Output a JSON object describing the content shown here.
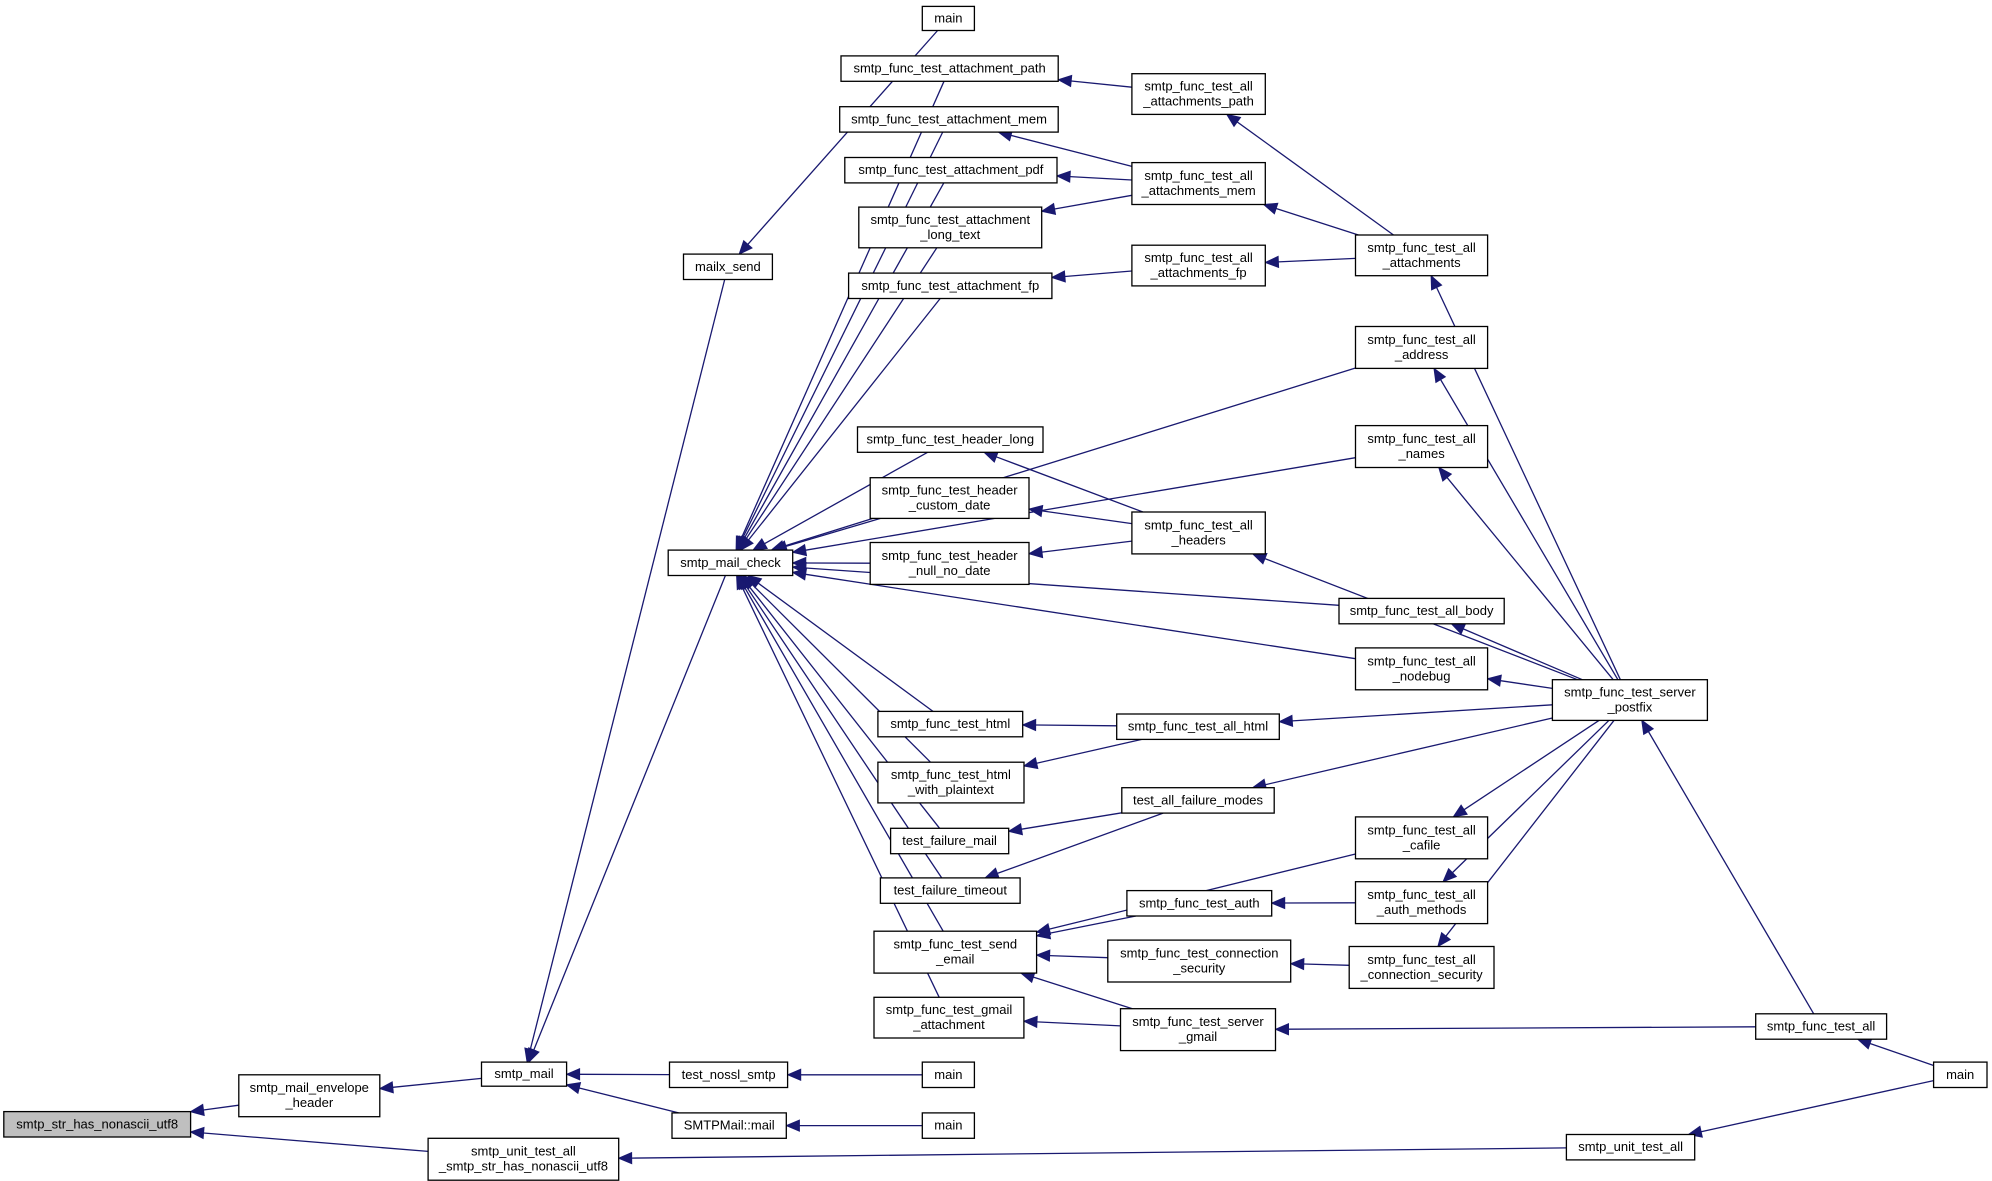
{
  "graph": {
    "direction": "callers",
    "colors": {
      "edge": "#191970",
      "highlight_node": "#bfbfbf",
      "node": "#ffffff"
    },
    "nodes": [
      {
        "id": "n_root",
        "lines": [
          "smtp_str_has_nonascii_utf8"
        ],
        "highlight": true
      },
      {
        "id": "n_env",
        "lines": [
          "smtp_mail_envelope",
          "_header"
        ]
      },
      {
        "id": "n_unit_nonascii",
        "lines": [
          "smtp_unit_test_all",
          "_smtp_str_has_nonascii_utf8"
        ]
      },
      {
        "id": "n_smtp_mail",
        "lines": [
          "smtp_mail"
        ]
      },
      {
        "id": "n_unit_all",
        "lines": [
          "smtp_unit_test_all"
        ]
      },
      {
        "id": "n_main_final",
        "lines": [
          "main"
        ]
      },
      {
        "id": "n_mailx_send",
        "lines": [
          "mailx_send"
        ]
      },
      {
        "id": "n_main_top",
        "lines": [
          "main"
        ]
      },
      {
        "id": "n_check",
        "lines": [
          "smtp_mail_check"
        ]
      },
      {
        "id": "n_nossl",
        "lines": [
          "test_nossl_smtp"
        ]
      },
      {
        "id": "n_smtpmail",
        "lines": [
          "SMTPMail::mail"
        ]
      },
      {
        "id": "n_main_nossl",
        "lines": [
          "main"
        ]
      },
      {
        "id": "n_main_smtpmail",
        "lines": [
          "main"
        ]
      },
      {
        "id": "n_att_path",
        "lines": [
          "smtp_func_test_attachment_path"
        ]
      },
      {
        "id": "n_att_mem",
        "lines": [
          "smtp_func_test_attachment_mem"
        ]
      },
      {
        "id": "n_att_pdf",
        "lines": [
          "smtp_func_test_attachment_pdf"
        ]
      },
      {
        "id": "n_att_long",
        "lines": [
          "smtp_func_test_attachment",
          "_long_text"
        ]
      },
      {
        "id": "n_att_fp",
        "lines": [
          "smtp_func_test_attachment_fp"
        ]
      },
      {
        "id": "n_hdr_long",
        "lines": [
          "smtp_func_test_header_long"
        ]
      },
      {
        "id": "n_hdr_custom",
        "lines": [
          "smtp_func_test_header",
          "_custom_date"
        ]
      },
      {
        "id": "n_hdr_null",
        "lines": [
          "smtp_func_test_header",
          "_null_no_date"
        ]
      },
      {
        "id": "n_html",
        "lines": [
          "smtp_func_test_html"
        ]
      },
      {
        "id": "n_html_plain",
        "lines": [
          "smtp_func_test_html",
          "_with_plaintext"
        ]
      },
      {
        "id": "n_fail_mail",
        "lines": [
          "test_failure_mail"
        ]
      },
      {
        "id": "n_fail_timeout",
        "lines": [
          "test_failure_timeout"
        ]
      },
      {
        "id": "n_send_email",
        "lines": [
          "smtp_func_test_send",
          "_email"
        ]
      },
      {
        "id": "n_gmail_att",
        "lines": [
          "smtp_func_test_gmail",
          "_attachment"
        ]
      },
      {
        "id": "n_all_att_path",
        "lines": [
          "smtp_func_test_all",
          "_attachments_path"
        ]
      },
      {
        "id": "n_all_att_mem",
        "lines": [
          "smtp_func_test_all",
          "_attachments_mem"
        ]
      },
      {
        "id": "n_all_att_fp",
        "lines": [
          "smtp_func_test_all",
          "_attachments_fp"
        ]
      },
      {
        "id": "n_all_headers",
        "lines": [
          "smtp_func_test_all",
          "_headers"
        ]
      },
      {
        "id": "n_all_html",
        "lines": [
          "smtp_func_test_all_html"
        ]
      },
      {
        "id": "n_all_failure",
        "lines": [
          "test_all_failure_modes"
        ]
      },
      {
        "id": "n_auth",
        "lines": [
          "smtp_func_test_auth"
        ]
      },
      {
        "id": "n_conn_sec",
        "lines": [
          "smtp_func_test_connection",
          "_security"
        ]
      },
      {
        "id": "n_server_gmail",
        "lines": [
          "smtp_func_test_server",
          "_gmail"
        ]
      },
      {
        "id": "n_all_attachments",
        "lines": [
          "smtp_func_test_all",
          "_attachments"
        ]
      },
      {
        "id": "n_all_address",
        "lines": [
          "smtp_func_test_all",
          "_address"
        ]
      },
      {
        "id": "n_all_names",
        "lines": [
          "smtp_func_test_all",
          "_names"
        ]
      },
      {
        "id": "n_all_body",
        "lines": [
          "smtp_func_test_all_body"
        ]
      },
      {
        "id": "n_all_nodebug",
        "lines": [
          "smtp_func_test_all",
          "_nodebug"
        ]
      },
      {
        "id": "n_all_cafile",
        "lines": [
          "smtp_func_test_all",
          "_cafile"
        ]
      },
      {
        "id": "n_all_auth_methods",
        "lines": [
          "smtp_func_test_all",
          "_auth_methods"
        ]
      },
      {
        "id": "n_all_conn_sec",
        "lines": [
          "smtp_func_test_all",
          "_connection_security"
        ]
      },
      {
        "id": "n_server_postfix",
        "lines": [
          "smtp_func_test_server",
          "_postfix"
        ]
      },
      {
        "id": "n_func_all",
        "lines": [
          "smtp_func_test_all"
        ]
      }
    ],
    "edges": [
      [
        "n_env",
        "n_root"
      ],
      [
        "n_unit_nonascii",
        "n_root"
      ],
      [
        "n_smtp_mail",
        "n_env"
      ],
      [
        "n_unit_all",
        "n_unit_nonascii"
      ],
      [
        "n_main_final",
        "n_unit_all"
      ],
      [
        "n_mailx_send",
        "n_smtp_mail"
      ],
      [
        "n_check",
        "n_smtp_mail"
      ],
      [
        "n_nossl",
        "n_smtp_mail"
      ],
      [
        "n_smtpmail",
        "n_smtp_mail"
      ],
      [
        "n_main_nossl",
        "n_nossl"
      ],
      [
        "n_main_smtpmail",
        "n_smtpmail"
      ],
      [
        "n_main_top",
        "n_mailx_send"
      ],
      [
        "n_att_path",
        "n_check"
      ],
      [
        "n_att_mem",
        "n_check"
      ],
      [
        "n_att_pdf",
        "n_check"
      ],
      [
        "n_att_long",
        "n_check"
      ],
      [
        "n_att_fp",
        "n_check"
      ],
      [
        "n_all_address",
        "n_check"
      ],
      [
        "n_all_names",
        "n_check"
      ],
      [
        "n_hdr_long",
        "n_check"
      ],
      [
        "n_hdr_custom",
        "n_check"
      ],
      [
        "n_hdr_null",
        "n_check"
      ],
      [
        "n_all_body",
        "n_check"
      ],
      [
        "n_all_nodebug",
        "n_check"
      ],
      [
        "n_html",
        "n_check"
      ],
      [
        "n_html_plain",
        "n_check"
      ],
      [
        "n_fail_mail",
        "n_check"
      ],
      [
        "n_fail_timeout",
        "n_check"
      ],
      [
        "n_send_email",
        "n_check"
      ],
      [
        "n_gmail_att",
        "n_check"
      ],
      [
        "n_all_att_path",
        "n_att_path"
      ],
      [
        "n_all_att_mem",
        "n_att_mem"
      ],
      [
        "n_all_att_mem",
        "n_att_pdf"
      ],
      [
        "n_all_att_mem",
        "n_att_long"
      ],
      [
        "n_all_att_fp",
        "n_att_fp"
      ],
      [
        "n_all_attachments",
        "n_all_att_path"
      ],
      [
        "n_all_attachments",
        "n_all_att_mem"
      ],
      [
        "n_all_attachments",
        "n_all_att_fp"
      ],
      [
        "n_all_headers",
        "n_hdr_long"
      ],
      [
        "n_all_headers",
        "n_hdr_custom"
      ],
      [
        "n_all_headers",
        "n_hdr_null"
      ],
      [
        "n_all_html",
        "n_html"
      ],
      [
        "n_all_html",
        "n_html_plain"
      ],
      [
        "n_all_failure",
        "n_fail_mail"
      ],
      [
        "n_all_failure",
        "n_fail_timeout"
      ],
      [
        "n_all_cafile",
        "n_send_email"
      ],
      [
        "n_auth",
        "n_send_email"
      ],
      [
        "n_conn_sec",
        "n_send_email"
      ],
      [
        "n_server_gmail",
        "n_send_email"
      ],
      [
        "n_server_gmail",
        "n_gmail_att"
      ],
      [
        "n_all_auth_methods",
        "n_auth"
      ],
      [
        "n_all_conn_sec",
        "n_conn_sec"
      ],
      [
        "n_func_all",
        "n_server_gmail"
      ],
      [
        "n_server_postfix",
        "n_all_attachments"
      ],
      [
        "n_server_postfix",
        "n_all_address"
      ],
      [
        "n_server_postfix",
        "n_all_names"
      ],
      [
        "n_server_postfix",
        "n_all_headers"
      ],
      [
        "n_server_postfix",
        "n_all_body"
      ],
      [
        "n_server_postfix",
        "n_all_nodebug"
      ],
      [
        "n_server_postfix",
        "n_all_html"
      ],
      [
        "n_server_postfix",
        "n_all_failure"
      ],
      [
        "n_server_postfix",
        "n_all_cafile"
      ],
      [
        "n_server_postfix",
        "n_all_auth_methods"
      ],
      [
        "n_server_postfix",
        "n_all_conn_sec"
      ],
      [
        "n_func_all",
        "n_server_postfix"
      ],
      [
        "n_main_final",
        "n_func_all"
      ]
    ]
  }
}
